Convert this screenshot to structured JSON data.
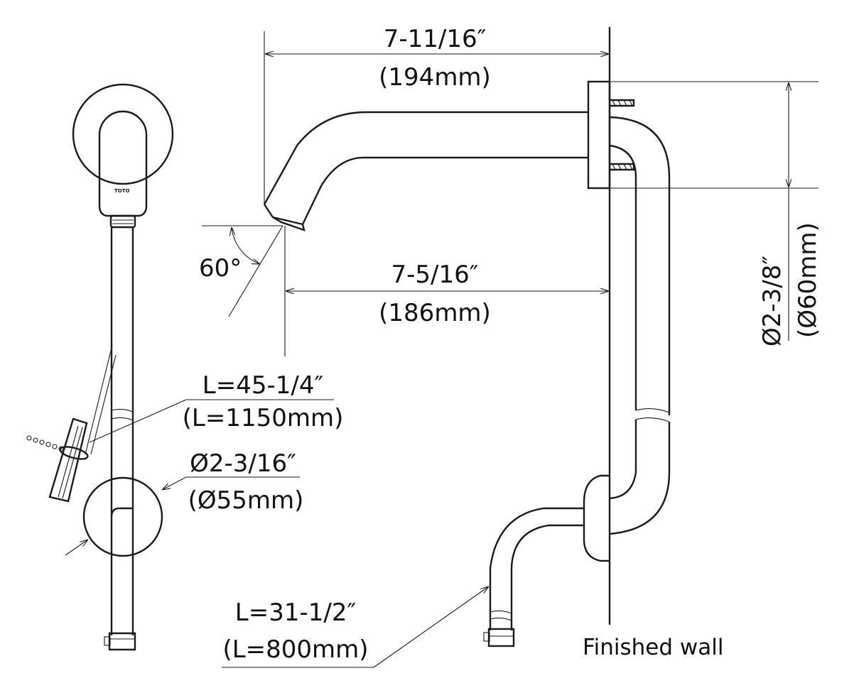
{
  "labels": {
    "spout_length_in": "7-11/16″",
    "spout_length_mm": "(194mm)",
    "spout_reach_in": "7-5/16″",
    "spout_reach_mm": "(186mm)",
    "angle": "60°",
    "cover_dia_in": "Ø2-3/8″",
    "cover_dia_mm": "(Ø60mm)",
    "cable_len_in": "L=45-1/4″",
    "cable_len_mm": "(L=1150mm)",
    "sensor_dia_in": "Ø2-3/16″",
    "sensor_dia_mm": "(Ø55mm)",
    "hose_len_in": "L=31-1/2″",
    "hose_len_mm": "(L=800mm)",
    "wall": "Finished wall",
    "brand": "TOTO"
  },
  "colors": {
    "line": "#1a1a1a",
    "background": "#ffffff"
  }
}
